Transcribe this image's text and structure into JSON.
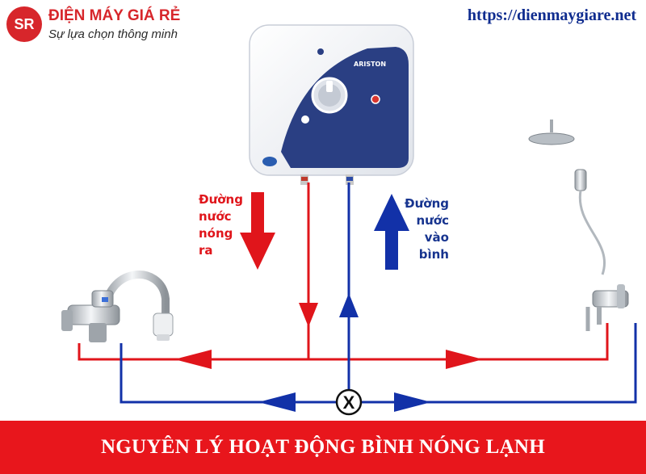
{
  "brand": {
    "logo_mark": "SR",
    "name": "ĐIỆN MÁY GIÁ RẺ",
    "slogan": "Sự lựa chọn thông minh",
    "url": "https://dienmaygiare.net"
  },
  "heater": {
    "brand_label": "ARISTON"
  },
  "labels": {
    "hot_out": [
      "Đường",
      "nước",
      "nóng",
      "ra"
    ],
    "cold_in": [
      "Đường",
      "nước",
      "vào",
      "bình"
    ]
  },
  "valve": {
    "symbol": "X"
  },
  "banner": {
    "title": "NGUYÊN LÝ HOẠT ĐỘNG BÌNH NÓNG LẠNH"
  },
  "colors": {
    "hot": "#e0151b",
    "cold": "#1231a8",
    "brand_red": "#d7262b",
    "heater_blue": "#2a3f83",
    "banner_red": "#e8161c"
  }
}
